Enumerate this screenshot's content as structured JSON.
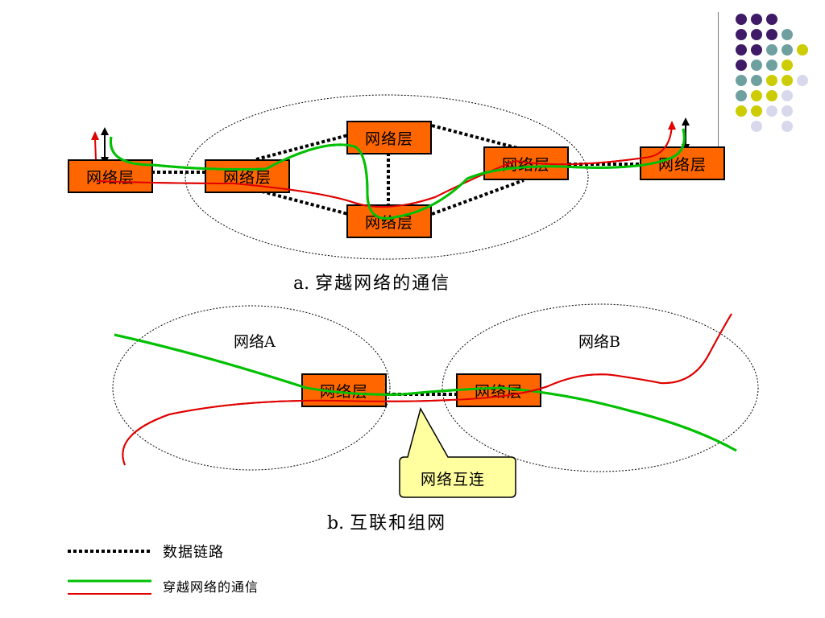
{
  "colors": {
    "box_fill": "#ff6600",
    "green_path": "#00c000",
    "red_path": "#e00000",
    "callout_fill": "#ffffa0",
    "deco_purple": "#3f1a66",
    "deco_teal": "#6fa0a0",
    "deco_yellow": "#cccc00",
    "deco_lavender": "#d8d8ec"
  },
  "diagram_a": {
    "boxes": [
      "网络层",
      "网络层",
      "网络层",
      "网络层",
      "网络层",
      "网络层"
    ],
    "caption_prefix": "a.",
    "caption_text": "穿越网络的通信"
  },
  "diagram_b": {
    "network_a_label": "网络A",
    "network_b_label": "网络B",
    "boxes": [
      "网络层",
      "网络层"
    ],
    "callout_text": "网络互连",
    "caption_prefix": "b.",
    "caption_text": "互联和组网"
  },
  "legend": {
    "data_link": "数据链路",
    "communication": "穿越网络的通信"
  }
}
